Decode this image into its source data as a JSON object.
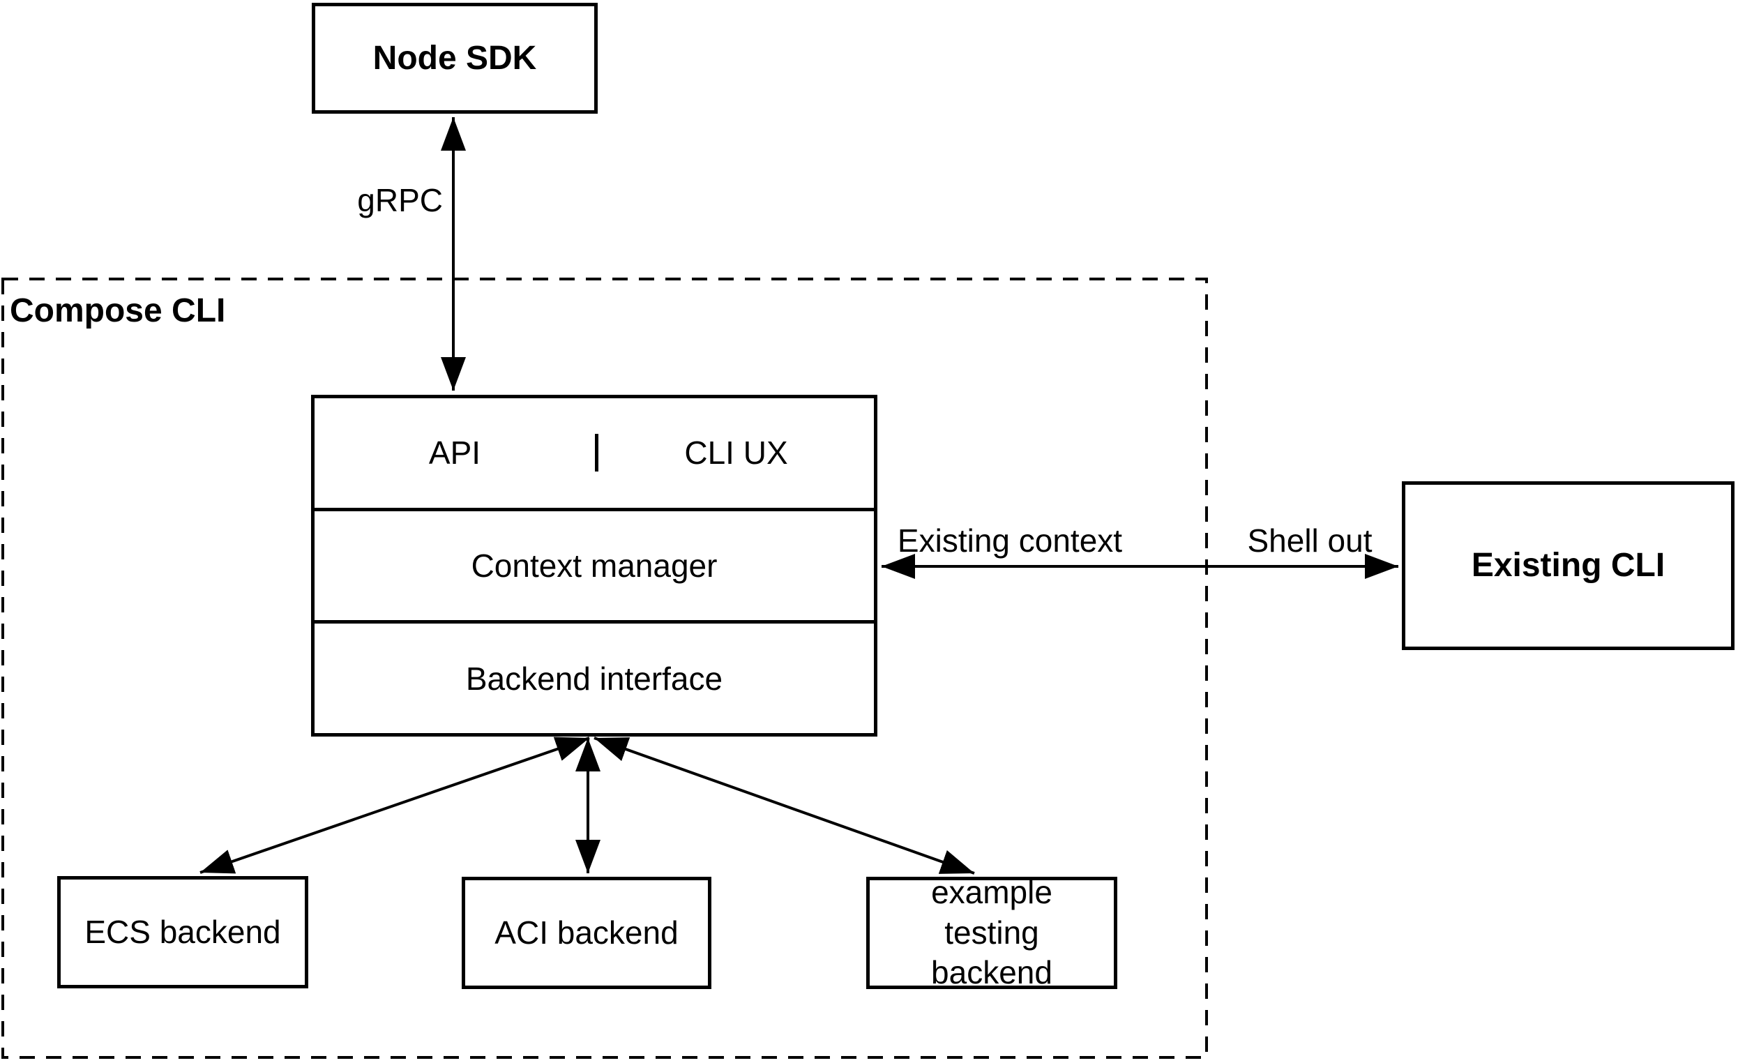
{
  "colors": {
    "stroke": "#000000",
    "background": "#ffffff",
    "text": "#000000"
  },
  "group": {
    "label": "Compose CLI"
  },
  "nodes": {
    "node_sdk": "Node SDK",
    "api": "API",
    "cli_ux": "CLI UX",
    "context_manager": "Context manager",
    "backend_interface": "Backend interface",
    "ecs_backend": "ECS backend",
    "aci_backend": "ACI backend",
    "example_testing_backend": "example testing backend",
    "existing_cli": "Existing CLI"
  },
  "edges": {
    "grpc_label": "gRPC",
    "existing_context_label": "Existing context",
    "shell_out_label": "Shell out"
  }
}
